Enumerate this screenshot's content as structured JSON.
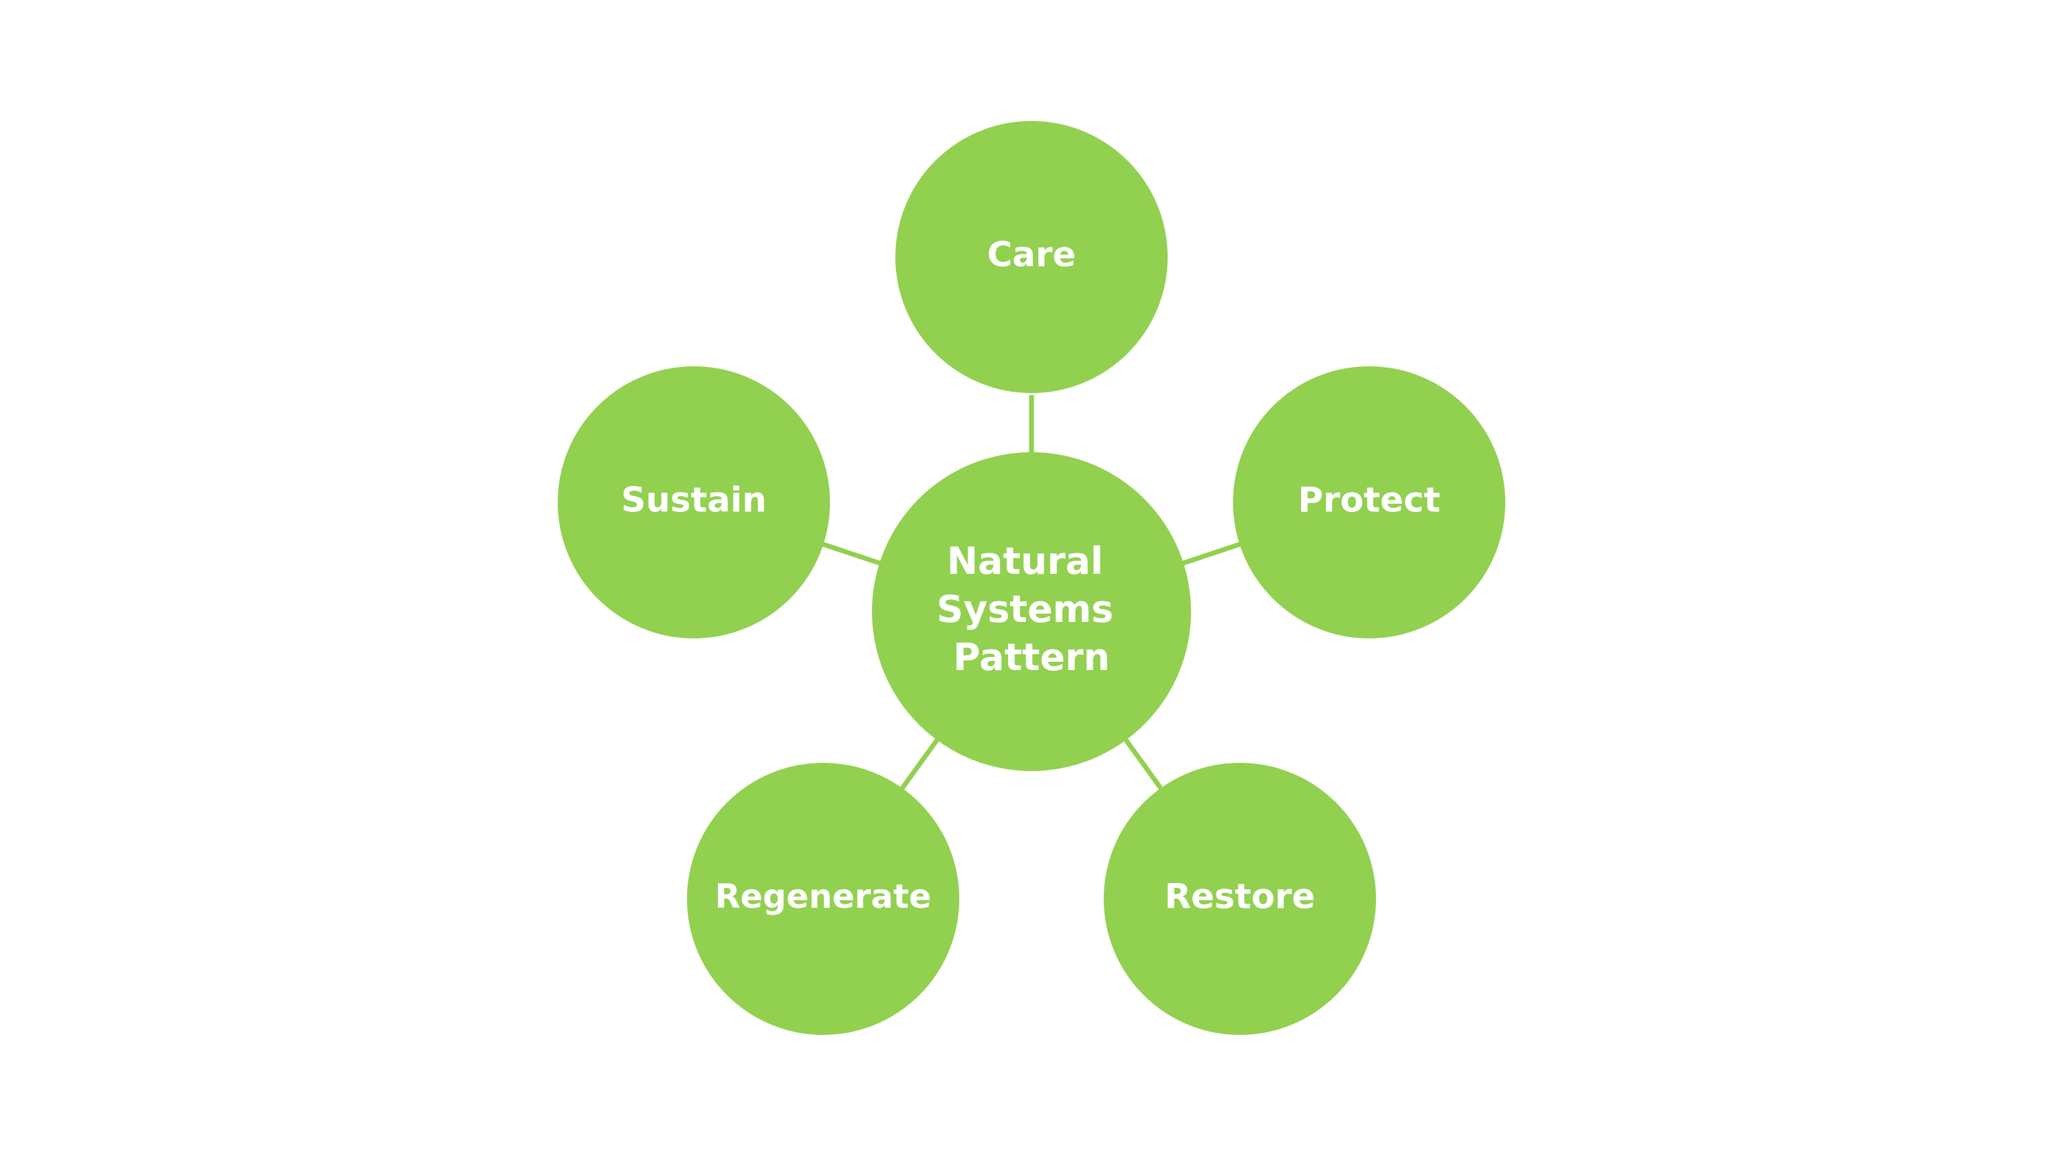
{
  "diagram": {
    "type": "radial-hub",
    "fill_color": "#92D050",
    "line_color": "#92D050",
    "text_color": "#FFFFFF",
    "center": {
      "lines": [
        "Natural",
        "Systems",
        "Pattern"
      ]
    },
    "satellites": [
      {
        "label": "Care"
      },
      {
        "label": "Protect"
      },
      {
        "label": "Restore"
      },
      {
        "label": "Regenerate"
      },
      {
        "label": "Sustain"
      }
    ]
  }
}
